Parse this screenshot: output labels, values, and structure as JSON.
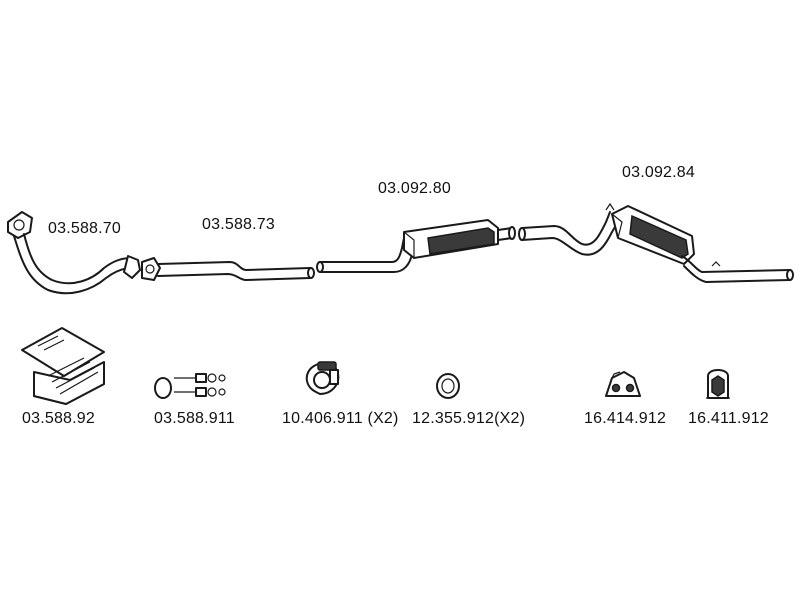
{
  "parts": {
    "front_pipe": "03.588.70",
    "center_pipe": "03.588.73",
    "middle_silencer": "03.092.80",
    "rear_silencer": "03.092.84",
    "mounting_kit": "03.588.92",
    "bolt_set": "03.588.911",
    "clamp": "10.406.911 (X2)",
    "gasket_ring": "12.355.912(X2)",
    "rubber_hanger_a": "16.414.912",
    "rubber_hanger_b": "16.411.912"
  }
}
